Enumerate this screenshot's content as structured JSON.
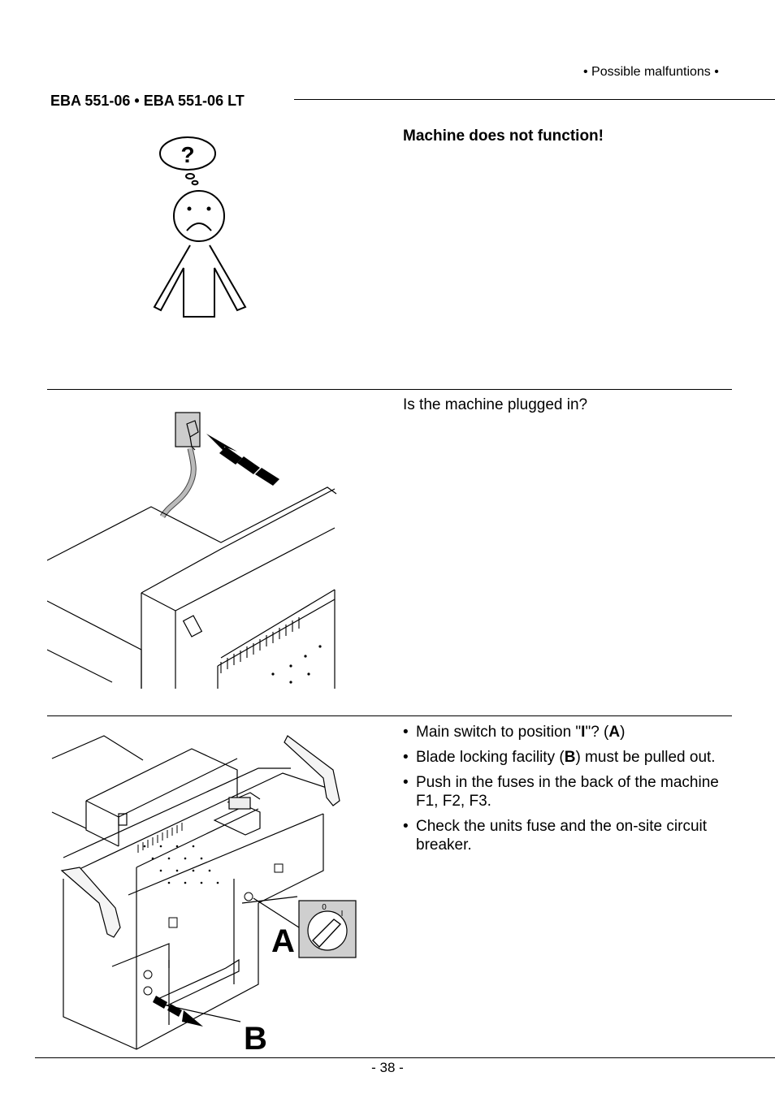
{
  "header": {
    "section_label": "• Possible malfuntions •",
    "model": "EBA 551-06 • EBA 551-06 LT"
  },
  "sections": {
    "s1": {
      "heading": "Machine does not function!",
      "thought_symbol": "?"
    },
    "s2": {
      "question": "Is the machine plugged in?"
    },
    "s3": {
      "checks": [
        {
          "pre": "Main switch to position \"",
          "b1": "I",
          "mid": "\"? (",
          "b2": "A",
          "post": ")"
        },
        {
          "pre": "Blade locking facility (",
          "b1": "B",
          "mid": ") must be pulled out.",
          "b2": "",
          "post": ""
        },
        {
          "pre": "Push in the fuses in the back of the machine F1, F2, F3.",
          "b1": "",
          "mid": "",
          "b2": "",
          "post": ""
        },
        {
          "pre": "Check the units fuse and the on-site circuit breaker.",
          "b1": "",
          "mid": "",
          "b2": "",
          "post": ""
        }
      ],
      "callout_a": "A",
      "callout_b": "B",
      "switch_off": "0",
      "switch_on": "I"
    }
  },
  "footer": {
    "page_number": "- 38 -"
  },
  "icons": [
    "sad-person-illustration",
    "plug-illustration",
    "machine-illustration",
    "main-switch-icon"
  ]
}
